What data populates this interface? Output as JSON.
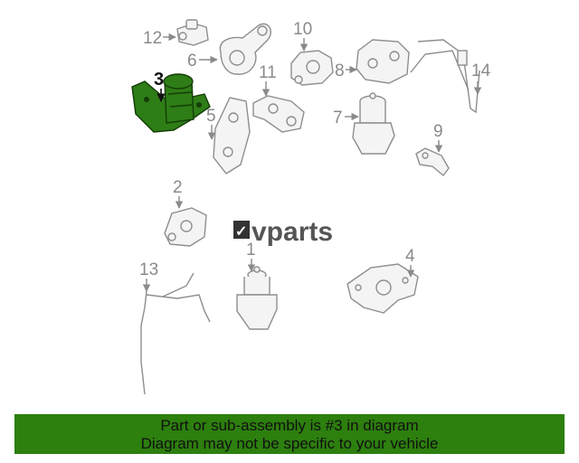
{
  "callouts": {
    "c1": "1",
    "c2": "2",
    "c3": "3",
    "c4": "4",
    "c5": "5",
    "c6": "6",
    "c7": "7",
    "c8": "8",
    "c9": "9",
    "c10": "10",
    "c11": "11",
    "c12": "12",
    "c13": "13",
    "c14": "14"
  },
  "highlighted_part": "3",
  "watermark": {
    "prefix": "✓",
    "text": "vparts"
  },
  "banner": {
    "line1": "Part or sub-assembly is #3 in diagram",
    "line2": "Diagram may not be specific to your vehicle"
  },
  "colors": {
    "highlight": "#2e7d16",
    "banner": "#2d7f0e",
    "callout": "#8a8a8a"
  }
}
